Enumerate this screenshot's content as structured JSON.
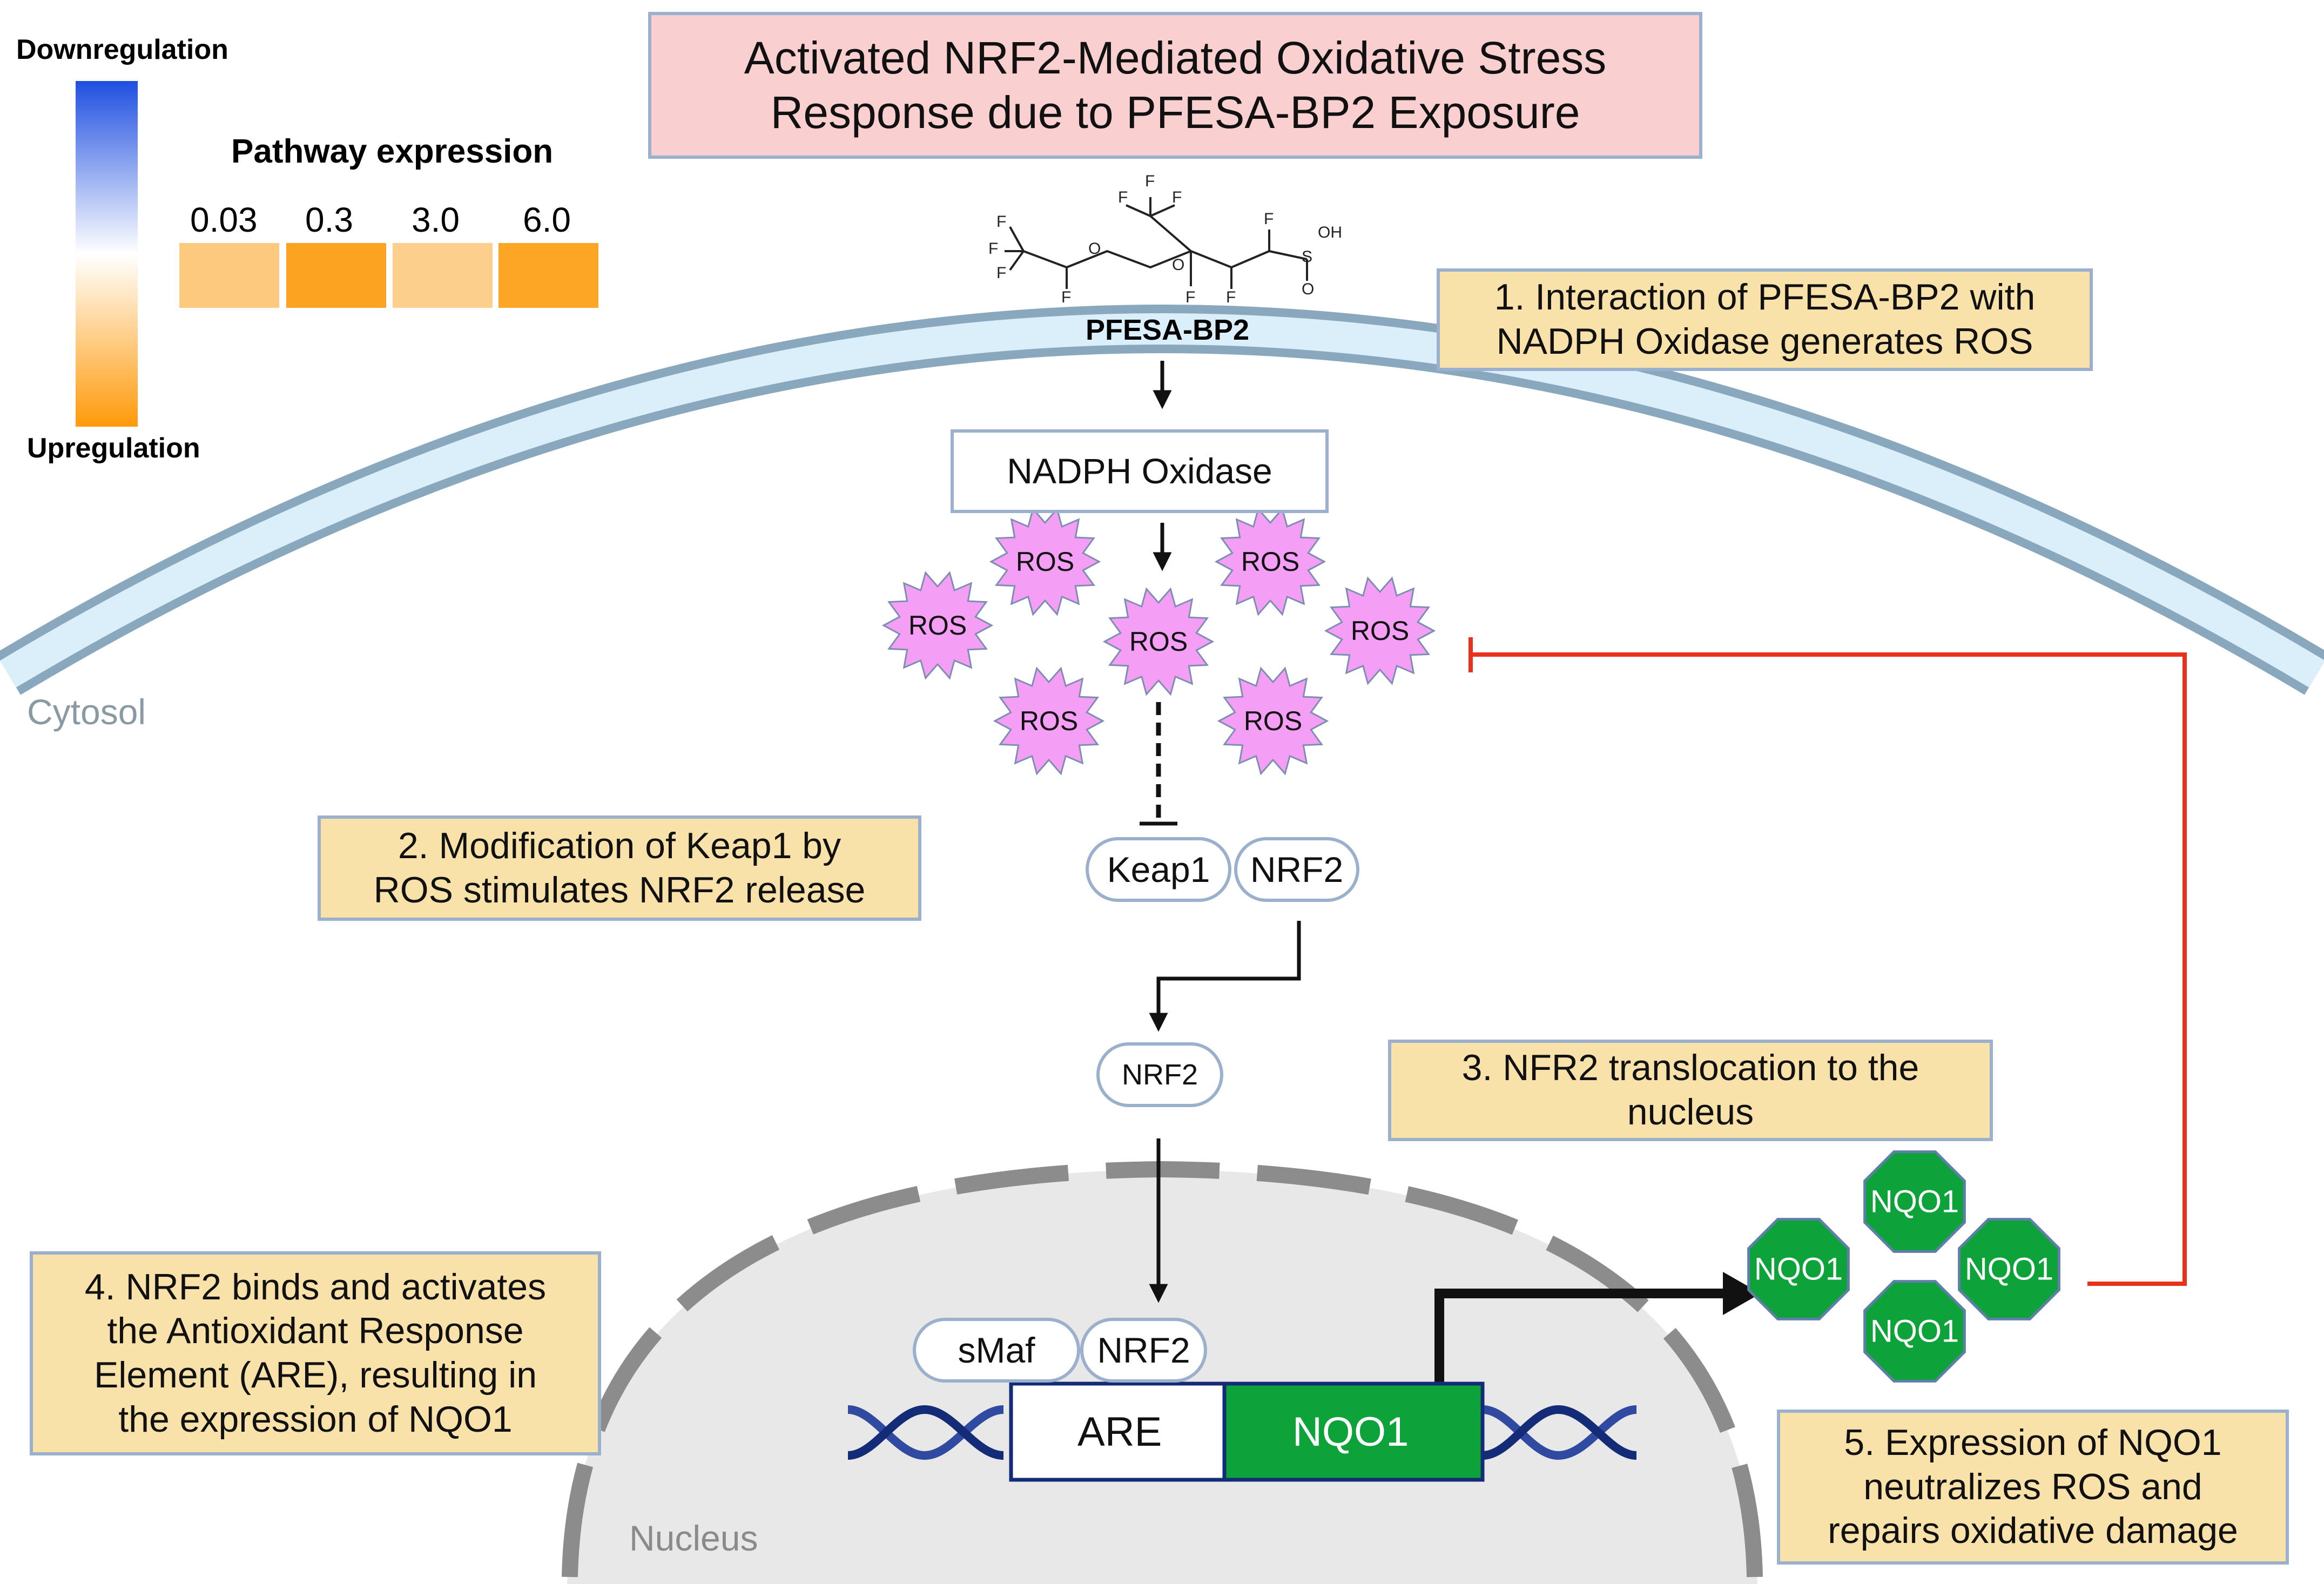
{
  "colors": {
    "step_box": "#f9e2a9",
    "title_box": "#f9cfcf",
    "box_border": "#9ab0cc",
    "ros": "#f59ef5",
    "nqo1": "#0ea33a",
    "inhibition": "#e8321c",
    "downregulation": "#1f4fe0",
    "upregulation": "#ff9a0a"
  },
  "legend": {
    "top_label": "Downregulation",
    "bottom_label": "Upregulation",
    "title": "Pathway expression",
    "cells": [
      {
        "label": "0.03",
        "color": "#fcc97e"
      },
      {
        "label": "0.3",
        "color": "#fda322"
      },
      {
        "label": "3.0",
        "color": "#fccf8c"
      },
      {
        "label": "6.0",
        "color": "#fda626"
      }
    ]
  },
  "title": {
    "line1": "Activated NRF2-Mediated Oxidative Stress",
    "line2": "Response due to PFESA-BP2 Exposure"
  },
  "molecule": {
    "name": "PFESA-BP2",
    "atom_f": "F",
    "atom_o": "O",
    "atom_s": "S",
    "atom_oh": "OH"
  },
  "steps": {
    "s1": {
      "line1": "1. Interaction of PFESA-BP2 with",
      "line2": "NADPH Oxidase generates ROS"
    },
    "s2": {
      "line1": "2. Modification of Keap1 by",
      "line2": "ROS stimulates NRF2 release"
    },
    "s3": {
      "line1": "3. NFR2 translocation to the",
      "line2": "nucleus"
    },
    "s4": {
      "line1": "4. NRF2 binds and activates",
      "line2": "the Antioxidant Response",
      "line3": "Element (ARE), resulting in",
      "line4": "the expression of NQO1"
    },
    "s5": {
      "line1": "5. Expression of NQO1",
      "line2": "neutralizes ROS and",
      "line3": "repairs oxidative damage"
    }
  },
  "nadph": "NADPH Oxidase",
  "ros_label": "ROS",
  "cytosol": "Cytosol",
  "nucleus": "Nucleus",
  "keap1": "Keap1",
  "nrf2": "NRF2",
  "smaf": "sMaf",
  "are": "ARE",
  "nqo1": "NQO1"
}
